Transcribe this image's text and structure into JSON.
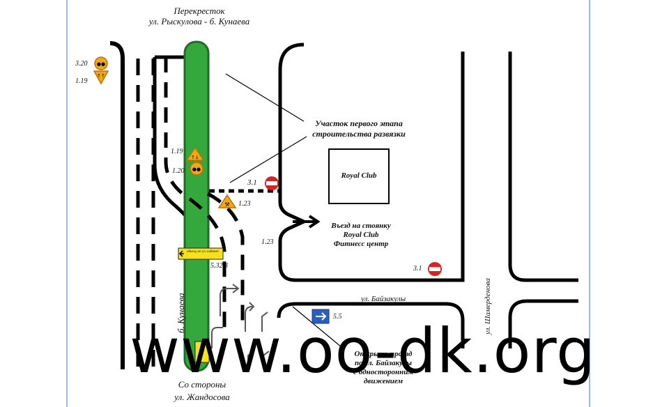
{
  "title": {
    "line1": "Перекресток",
    "line2": "ул. Рыскулова - б. Кунаева"
  },
  "bottom_origin": {
    "line1": "Со стороны",
    "line2": "ул. Жандосова"
  },
  "streets": {
    "kunaev": "б. Кунаева",
    "baizakov": "ул. Байзакулы",
    "shamirdenova": "ул. Шамерденова"
  },
  "callouts": {
    "stage": [
      "Участок первого этапа",
      "строительства развязки"
    ],
    "entry": [
      "Въезд на стоянку",
      "Royal Club",
      "Фитнесс центр"
    ],
    "open": [
      "Открыть проезд",
      "по ул. Байзакулы",
      "с односторонним",
      "движением"
    ]
  },
  "building": "Royal Club",
  "signs": {
    "s320_top": "3.20",
    "s119_top": "1.19",
    "s119_mid": "1.19",
    "s120_mid": "1.20",
    "s31_a": "3.1",
    "s123_a": "1.23",
    "s123_b": "1.23",
    "s5323": "5.32.3",
    "s31_b": "3.1",
    "s55": "5.5",
    "detour_text": "объезд по ул. кабинет"
  },
  "watermark": "www.oo-dk.org",
  "colors": {
    "median": "#35a83d",
    "warning": "#f0a818",
    "prohibit": "#e0201e",
    "info": "#2a5fc0",
    "frame": "#9fbbe3"
  }
}
